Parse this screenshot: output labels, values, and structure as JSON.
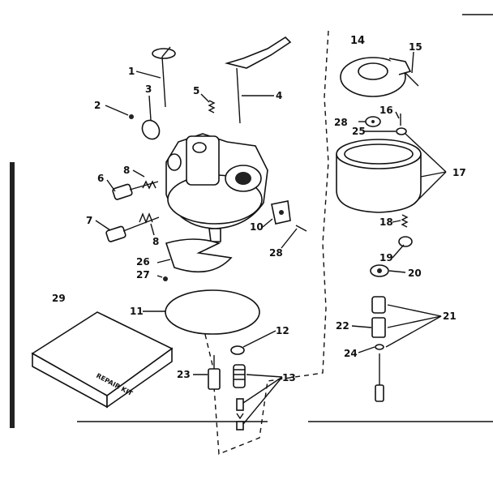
{
  "diagram": {
    "kit_label": "REPAIR KIT",
    "callouts": {
      "c1": "1",
      "c2": "2",
      "c3": "3",
      "c4": "4",
      "c5": "5",
      "c6": "6",
      "c7": "7",
      "c8a": "8",
      "c8b": "8",
      "c10": "10",
      "c11": "11",
      "c12": "12",
      "c13": "13",
      "c14": "14",
      "c15": "15",
      "c16": "16",
      "c17": "17",
      "c18": "18",
      "c19": "19",
      "c20": "20",
      "c21": "21",
      "c22": "22",
      "c23": "23",
      "c24": "24",
      "c25": "25",
      "c26": "26",
      "c27": "27",
      "c28a": "28",
      "c28b": "28",
      "c29": "29"
    }
  }
}
